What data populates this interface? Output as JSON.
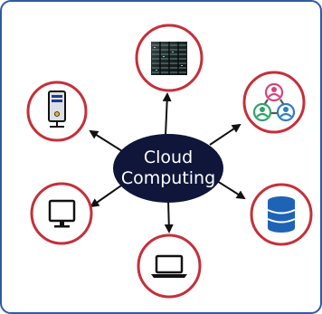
{
  "center": {
    "line1": "Cloud",
    "line2": "Computing"
  },
  "nodes": [
    {
      "id": "server-rack",
      "icon": "server-rack-icon"
    },
    {
      "id": "users-network",
      "icon": "users-network-icon"
    },
    {
      "id": "database",
      "icon": "database-icon"
    },
    {
      "id": "laptop",
      "icon": "laptop-icon"
    },
    {
      "id": "monitor",
      "icon": "monitor-icon"
    },
    {
      "id": "desktop-tower",
      "icon": "desktop-tower-icon"
    }
  ],
  "colors": {
    "frame_border": "#2f5aa5",
    "node_ring": "#c5303a",
    "center_fill": "#10163a",
    "arrow": "#111111",
    "user_pink": "#d4457e",
    "user_green": "#2fa36b",
    "user_blue": "#2d7ec1",
    "database_blue": "#1e63b5"
  }
}
